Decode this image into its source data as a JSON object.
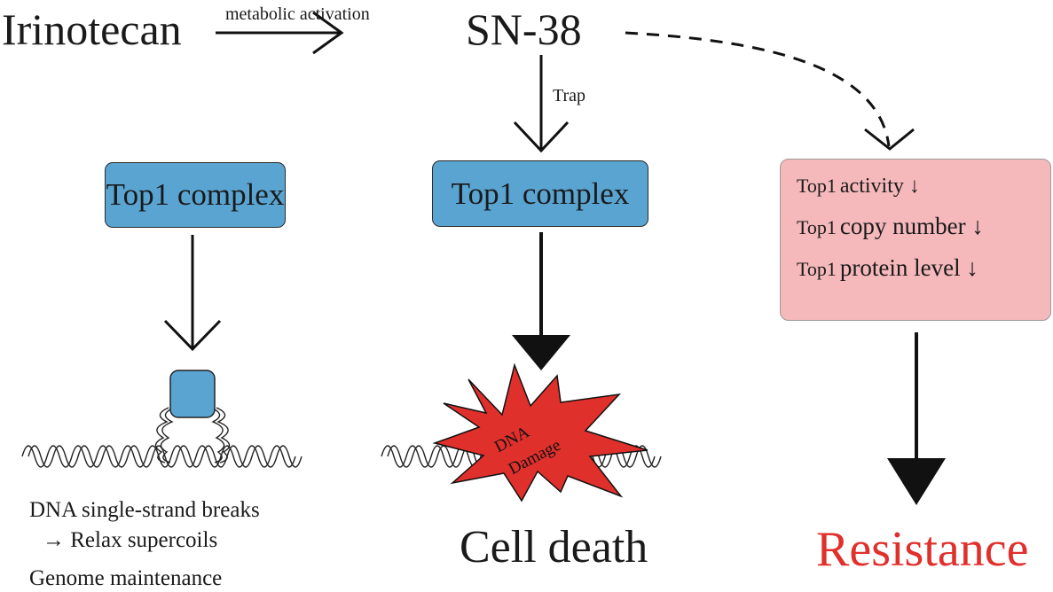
{
  "diagram": {
    "drug": "Irinotecan",
    "activation_label": "metabolic activation",
    "metabolite": "SN-38",
    "trap_label": "Trap",
    "left_branch": {
      "complex_label": "Top1 complex",
      "outcome_line1": "DNA single-strand breaks",
      "outcome_line2": "→ Relax supercoils",
      "outcome_line3": "Genome maintenance"
    },
    "middle_branch": {
      "complex_label": "Top1 complex",
      "damage_label_line1": "DNA",
      "damage_label_line2": "Damage",
      "outcome": "Cell death"
    },
    "right_branch": {
      "factors": [
        {
          "prefix": "Top1",
          "text": "activity ↓"
        },
        {
          "prefix": "Top1",
          "text": "copy number ↓"
        },
        {
          "prefix": "Top1",
          "text": "protein level ↓"
        }
      ],
      "outcome": "Resistance"
    },
    "colors": {
      "complex_blue": "#5aa4d2",
      "resistance_box_pink": "#f5b8bb",
      "damage_red": "#e0302c",
      "resistance_text_red": "#e0302c"
    }
  }
}
